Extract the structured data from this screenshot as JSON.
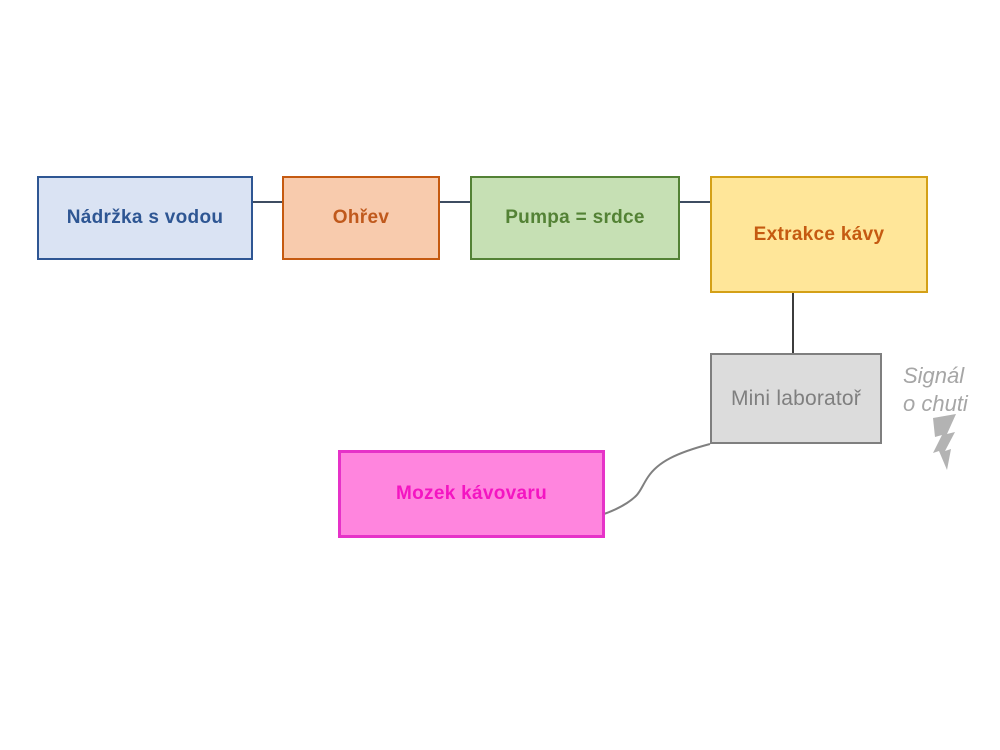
{
  "diagram": {
    "background": "#ffffff",
    "nodes": [
      {
        "id": "water-tank",
        "label": "Nádržka s vodou",
        "fill": "#dae3f3",
        "border": "#2e5693",
        "text_color": "#2e5693"
      },
      {
        "id": "heating",
        "label": "Ohřev",
        "fill": "#f8cbad",
        "border": "#c55a11",
        "text_color": "#c0591c"
      },
      {
        "id": "pump",
        "label": "Pumpa = srdce",
        "fill": "#c6e0b4",
        "border": "#538235",
        "text_color": "#538235"
      },
      {
        "id": "extraction",
        "label": "Extrakce kávy",
        "fill": "#ffe699",
        "border": "#d4a017",
        "text_color": "#c55a11"
      },
      {
        "id": "mini-lab",
        "label": "Mini laboratoř",
        "fill": "#dcdcdc",
        "border": "#7f7f7f",
        "text_color": "#7f7f7f"
      },
      {
        "id": "brain",
        "label": "Mozek kávovaru",
        "fill": "#ff85de",
        "border": "#e632c8",
        "text_color": "#f414c2"
      }
    ],
    "connectors": [
      {
        "from": "water-tank",
        "to": "heating",
        "style": "straight-right",
        "color": "#3e4c61"
      },
      {
        "from": "heating",
        "to": "pump",
        "style": "straight-right",
        "color": "#3e4c61"
      },
      {
        "from": "pump",
        "to": "extraction",
        "style": "straight-right",
        "color": "#3e4c61"
      },
      {
        "from": "extraction",
        "to": "mini-lab",
        "style": "straight-down",
        "color": "#3c3c3c"
      },
      {
        "from": "mini-lab",
        "to": "brain",
        "style": "curved-left",
        "color": "#808080",
        "head_color": "#4d4d4d"
      }
    ],
    "annotation": {
      "line1": "Signál",
      "line2": "o chuti",
      "color": "#a6a6a6",
      "icon": "lightning-bolt-icon",
      "icon_color": "#b3b3b3"
    }
  }
}
